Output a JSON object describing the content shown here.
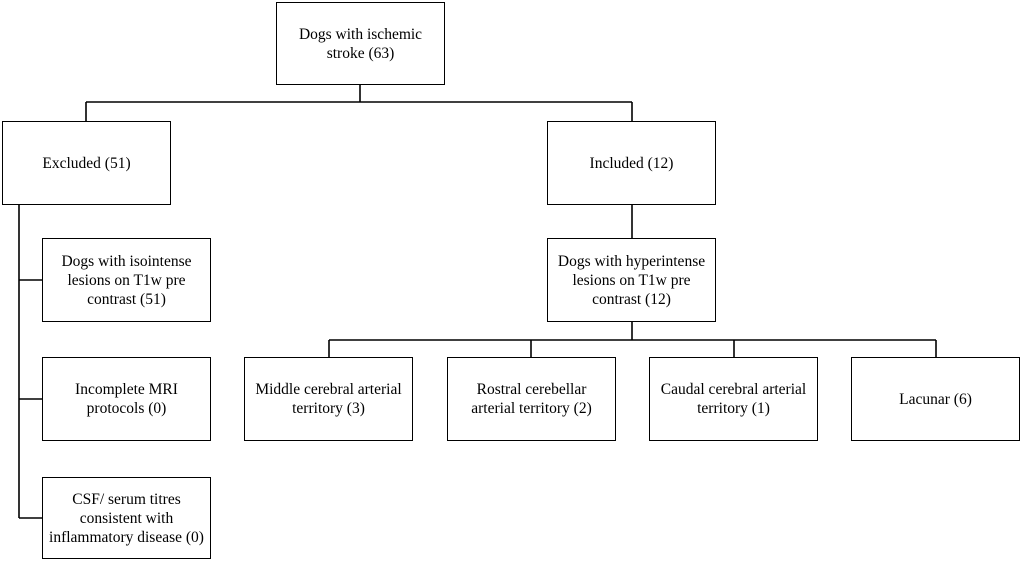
{
  "root": {
    "lines": [
      "Dogs with ischemic",
      "stroke (63)"
    ]
  },
  "excluded": {
    "lines": [
      "Excluded (51)"
    ],
    "reasons": [
      {
        "lines": [
          "Dogs with isointense",
          "lesions on T1w pre",
          "contrast (51)"
        ]
      },
      {
        "lines": [
          "Incomplete MRI",
          "protocols (0)"
        ]
      },
      {
        "lines": [
          "CSF/ serum titres",
          "consistent with",
          "inflammatory disease (0)"
        ]
      }
    ]
  },
  "included": {
    "lines": [
      "Included (12)"
    ],
    "hyperintense": {
      "lines": [
        "Dogs with hyperintense",
        "lesions on T1w pre",
        "contrast (12)"
      ]
    },
    "territories": [
      {
        "lines": [
          "Middle cerebral arterial",
          "territory (3)"
        ]
      },
      {
        "lines": [
          "Rostral cerebellar",
          "arterial territory (2)"
        ]
      },
      {
        "lines": [
          "Caudal cerebral arterial",
          "territory (1)"
        ]
      },
      {
        "lines": [
          "Lacunar (6)"
        ]
      }
    ]
  }
}
